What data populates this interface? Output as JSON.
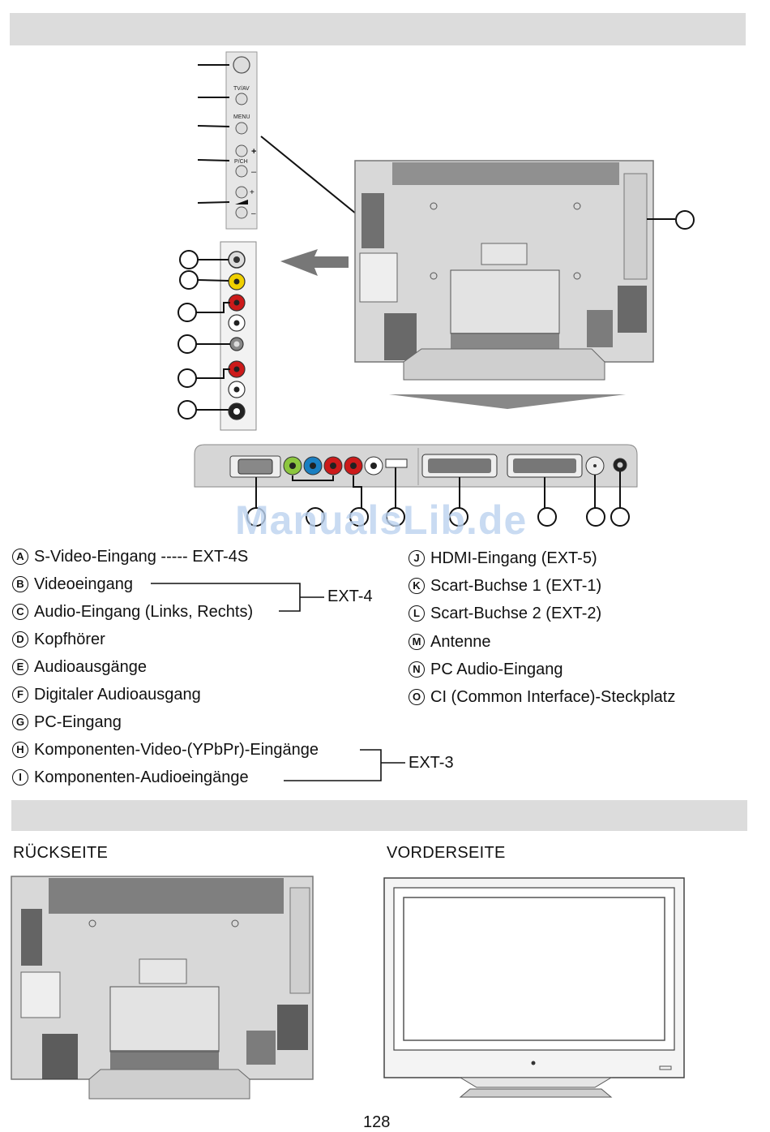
{
  "legend_left": [
    {
      "badge": "A",
      "text": "S-Video-Eingang ----- EXT-4S"
    },
    {
      "badge": "B",
      "text": "Videoeingang"
    },
    {
      "badge": "C",
      "text": "Audio-Eingang (Links, Rechts)"
    },
    {
      "badge": "D",
      "text": "Kopfhörer"
    },
    {
      "badge": "E",
      "text": "Audioausgänge"
    },
    {
      "badge": "F",
      "text": "Digitaler Audioausgang"
    },
    {
      "badge": "G",
      "text": "PC-Eingang"
    },
    {
      "badge": "H",
      "text": "Komponenten-Video-(YPbPr)-Eingänge"
    },
    {
      "badge": "I",
      "text": "Komponenten-Audioeingänge"
    }
  ],
  "legend_right": [
    {
      "badge": "J",
      "text": "HDMI-Eingang (EXT-5)"
    },
    {
      "badge": "K",
      "text": "Scart-Buchse 1 (EXT-1)"
    },
    {
      "badge": "L",
      "text": "Scart-Buchse 2 (EXT-2)"
    },
    {
      "badge": "M",
      "text": "Antenne"
    },
    {
      "badge": "N",
      "text": "PC Audio-Eingang"
    },
    {
      "badge": "O",
      "text": "CI (Common Interface)-Steckplatz"
    }
  ],
  "groups": {
    "ext4": "EXT-4",
    "ext3": "EXT-3"
  },
  "control_labels": {
    "tvav": "TV/AV",
    "menu": "MENU",
    "pch": "P/CH"
  },
  "captions": {
    "back": "RÜCKSEITE",
    "front": "VORDERSEITE"
  },
  "watermark": "ManualsLib.de",
  "page_number": "128"
}
